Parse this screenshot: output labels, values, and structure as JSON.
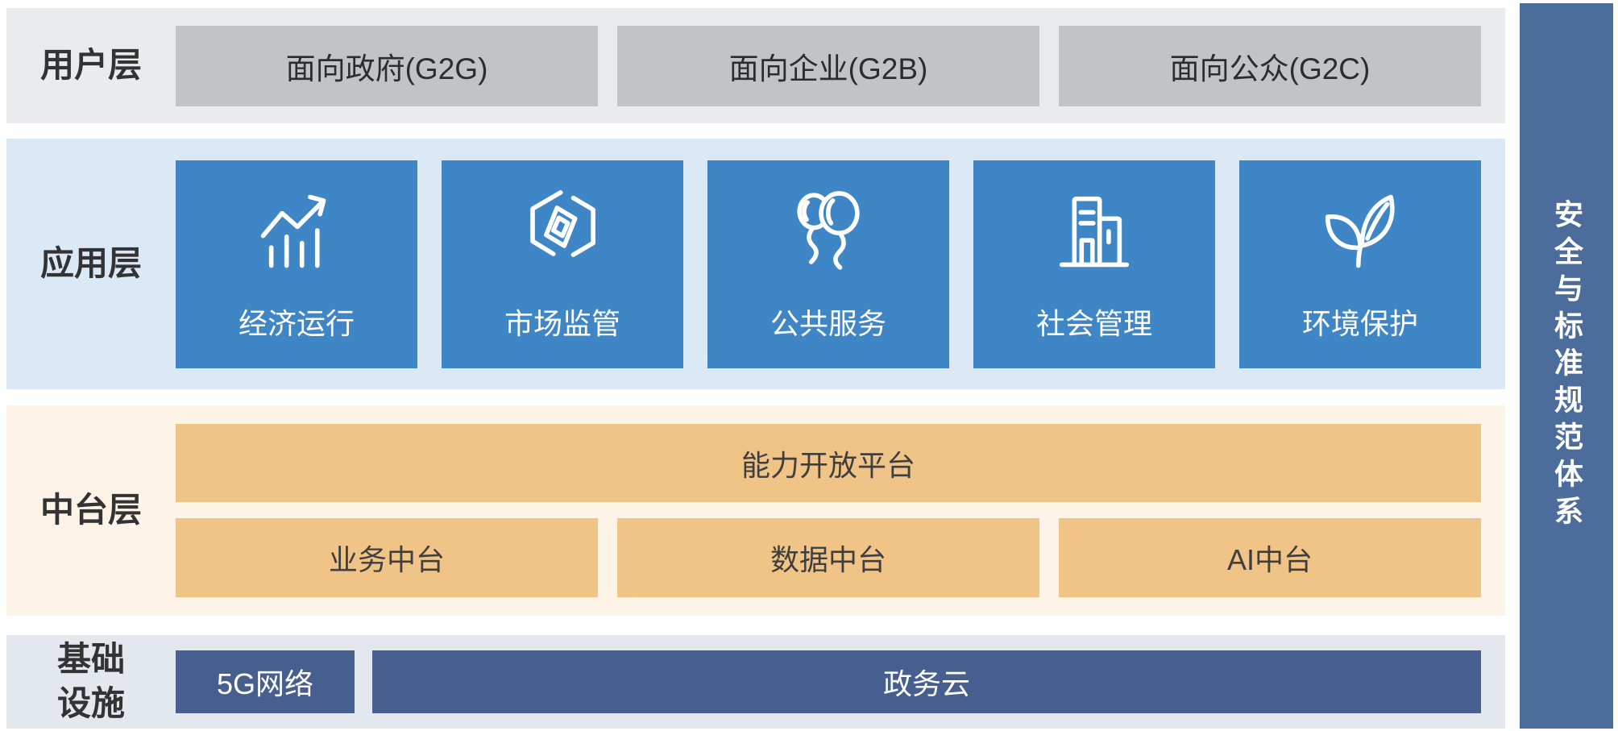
{
  "diagram": {
    "side_bar": {
      "label": "安全与标准规范体系"
    },
    "user_layer": {
      "label": "用户层",
      "items": [
        {
          "label": "面向政府(G2G)"
        },
        {
          "label": "面向企业(G2B)"
        },
        {
          "label": "面向公众(G2C)"
        }
      ]
    },
    "app_layer": {
      "label": "应用层",
      "items": [
        {
          "label": "经济运行",
          "icon": "trend-chart-icon"
        },
        {
          "label": "市场监管",
          "icon": "hexagon-cube-icon"
        },
        {
          "label": "公共服务",
          "icon": "balloons-icon"
        },
        {
          "label": "社会管理",
          "icon": "buildings-icon"
        },
        {
          "label": "环境保护",
          "icon": "leaves-icon"
        }
      ]
    },
    "mid_layer": {
      "label": "中台层",
      "platform": {
        "label": "能力开放平台"
      },
      "items": [
        {
          "label": "业务中台"
        },
        {
          "label": "数据中台"
        },
        {
          "label": "AI中台"
        }
      ]
    },
    "infra_layer": {
      "label": "基础\n设施",
      "items": [
        {
          "label": "5G网络"
        },
        {
          "label": "政务云"
        }
      ]
    }
  },
  "colors": {
    "user_row_bg": "#e9ebee",
    "user_box_bg": "#c2c3c5",
    "user_box_text": "#2d2d2d",
    "app_row_bg": "#dbe8f5",
    "app_box_bg": "#3e86c5",
    "mid_row_bg": "#fdf4e7",
    "mid_box_bg": "#f0c387",
    "infra_row_bg": "#e3e7ee",
    "infra_box_bg": "#475f8e",
    "side_bar_bg": "#4c6d9c",
    "label_text": "#333333",
    "box_text_light": "#ffffff"
  }
}
